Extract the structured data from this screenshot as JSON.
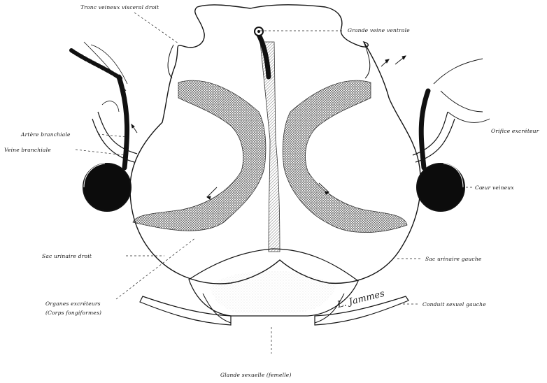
{
  "labels": {
    "tronc_veineux_visceral_droit": "Tronc veineux visceral droit",
    "grande_veine_ventrale": "Grande veine ventrale",
    "artere_branchiale": "Artère branchiale",
    "veine_branchiale": "Veine branchiale",
    "orifice_excreteur": "Orifice excréteur",
    "coeur_veineux": "Cœur veineux",
    "sac_urinaire_droit": "Sac urinaire droit",
    "sac_urinaire_gauche": "Sac urinaire gauche",
    "organes_excreteurs_line1": "Organes excréteurs",
    "organes_excreteurs_line2": "(Corps fongiformes)",
    "conduit_sexuel_gauche": "Conduit sexuel gauche",
    "glande_sexuelle": "Glande sexuelle (femelle)"
  },
  "signature": "L. Jammes",
  "colors": {
    "ink": "#151515",
    "hatch": "#555555",
    "paper": "#ffffff",
    "shade": "#eeeeee"
  }
}
